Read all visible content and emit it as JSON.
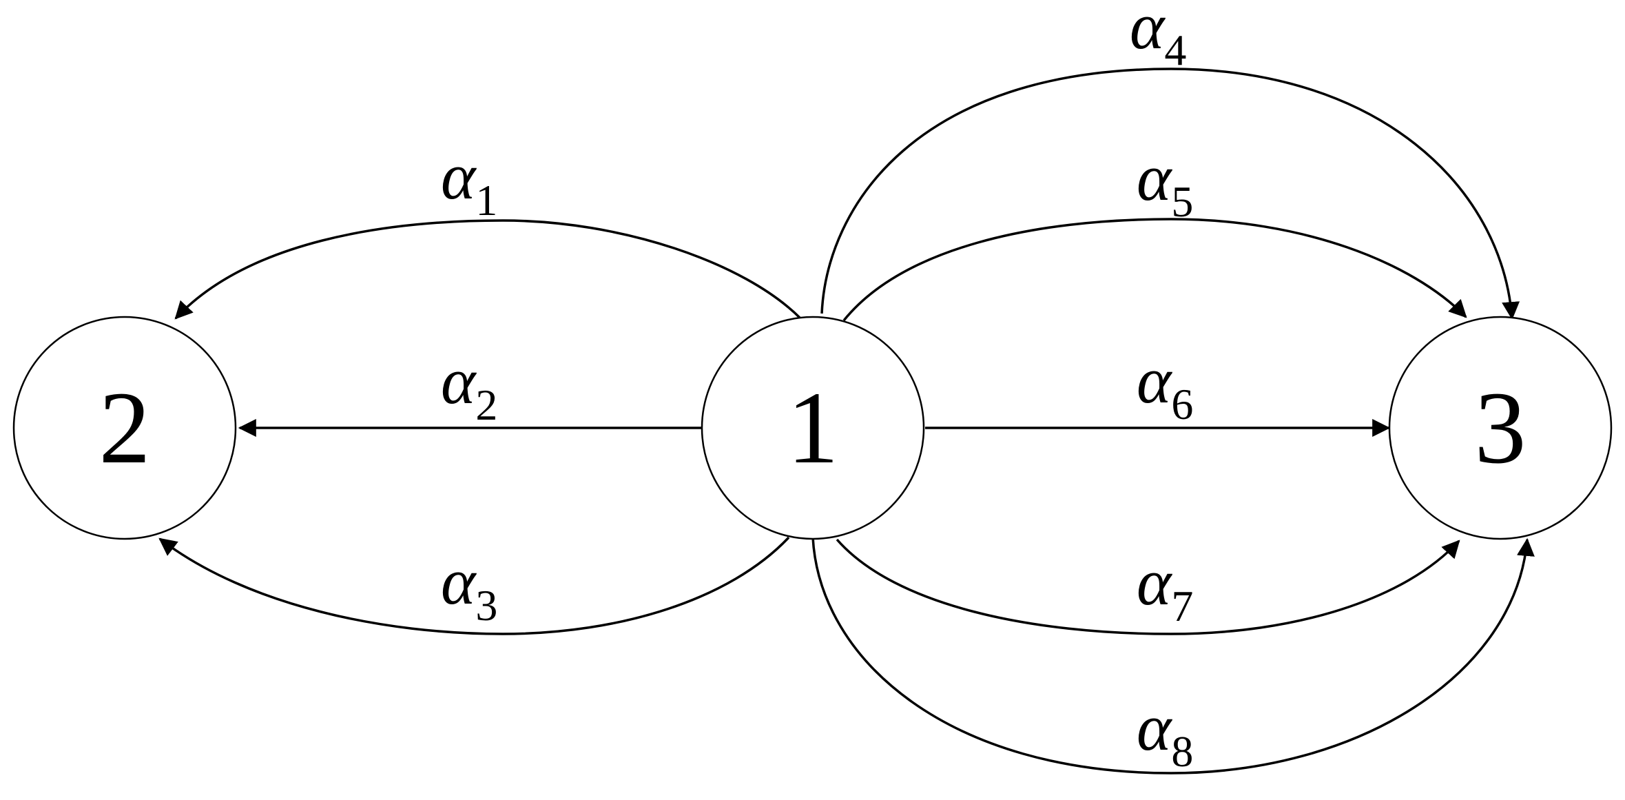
{
  "diagram": {
    "type": "directed-multigraph",
    "colors": {
      "stroke": "#000000",
      "background": "#ffffff",
      "text": "#000000"
    },
    "nodes": [
      {
        "id": "2",
        "label": "2"
      },
      {
        "id": "1",
        "label": "1"
      },
      {
        "id": "3",
        "label": "3"
      }
    ],
    "edges": [
      {
        "id": "alpha_1",
        "from": "1",
        "to": "2",
        "symbol": "α",
        "subscript": "1"
      },
      {
        "id": "alpha_2",
        "from": "1",
        "to": "2",
        "symbol": "α",
        "subscript": "2"
      },
      {
        "id": "alpha_3",
        "from": "1",
        "to": "2",
        "symbol": "α",
        "subscript": "3"
      },
      {
        "id": "alpha_4",
        "from": "1",
        "to": "3",
        "symbol": "α",
        "subscript": "4"
      },
      {
        "id": "alpha_5",
        "from": "1",
        "to": "3",
        "symbol": "α",
        "subscript": "5"
      },
      {
        "id": "alpha_6",
        "from": "1",
        "to": "3",
        "symbol": "α",
        "subscript": "6"
      },
      {
        "id": "alpha_7",
        "from": "1",
        "to": "3",
        "symbol": "α",
        "subscript": "7"
      },
      {
        "id": "alpha_8",
        "from": "1",
        "to": "3",
        "symbol": "α",
        "subscript": "8"
      }
    ]
  }
}
